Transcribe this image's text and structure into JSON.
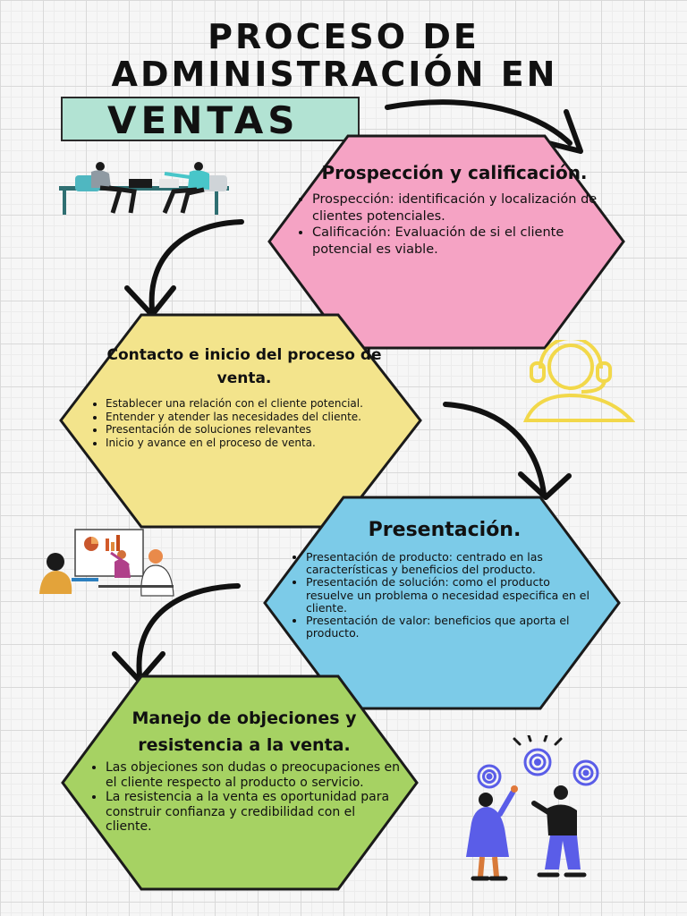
{
  "title": {
    "line1": "PROCESO DE",
    "line2": "ADMINISTRACIÓN EN",
    "highlight": "VENTAS"
  },
  "colors": {
    "ventas_box": "#b2e3d3",
    "step1": "#f5a3c4",
    "step2": "#f3e48c",
    "step3": "#7ccbe8",
    "step4": "#a6d263",
    "headset": "#f2d84a",
    "outline": "#1a1a1a"
  },
  "steps": [
    {
      "title": "Prospección y calificación.",
      "bullets": [
        "Prospección: identificación y localización de clientes potenciales.",
        "Calificación: Evaluación de si el cliente potencial es viable."
      ]
    },
    {
      "title": "Contacto e inicio del proceso de venta.",
      "bullets": [
        "Establecer una relación con el cliente potencial.",
        "Entender y atender las necesidades del cliente.",
        "Presentación de soluciones relevantes",
        "Inicio y avance en el proceso de venta."
      ]
    },
    {
      "title": "Presentación.",
      "bullets": [
        "Presentación de producto: centrado en las características y beneficios del producto.",
        "Presentación de solución: como el producto resuelve un problema o necesidad especifica en el cliente.",
        "Presentación de valor: beneficios que aporta el producto."
      ]
    },
    {
      "title": "Manejo de objeciones y resistencia a la venta.",
      "bullets": [
        "Las objeciones son dudas o preocupaciones en el cliente respecto al producto o servicio.",
        "La resistencia a la venta es oportunidad para construir confianza y credibilidad con el cliente."
      ]
    }
  ],
  "illustrations": [
    "meeting-illustration",
    "headset-icon",
    "presentation-illustration",
    "ideas-illustration"
  ]
}
